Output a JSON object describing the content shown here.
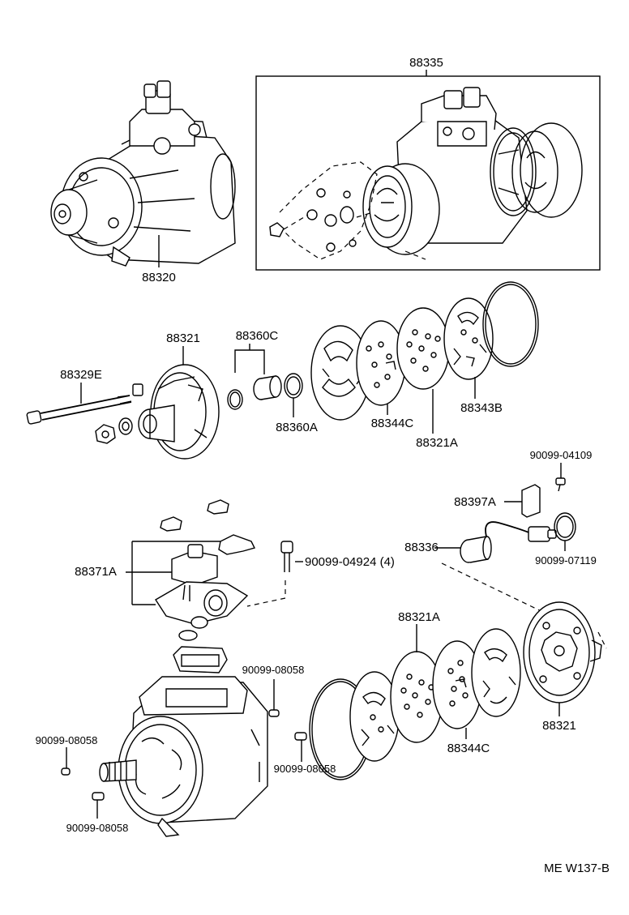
{
  "labels": {
    "p88335": "88335",
    "p88320": "88320",
    "p88321_top": "88321",
    "p88360C": "88360C",
    "p88329E": "88329E",
    "p88360A": "88360A",
    "p88344C_top": "88344C",
    "p88321A_top": "88321A",
    "p88343B": "88343B",
    "p90099_04109": "90099-04109",
    "p88397A": "88397A",
    "p88336": "88336",
    "p90099_07119": "90099-07119",
    "p88371A": "88371A",
    "p90099_04924": "90099-04924 (4)",
    "p88321A_bottom": "88321A",
    "p90099_08058_a": "90099-08058",
    "p90099_08058_b": "90099-08058",
    "p90099_08058_c": "90099-08058",
    "p90099_08058_d": "90099-08058",
    "p88344C_bottom": "88344C",
    "p88321_bottom": "88321",
    "figure_code": "ME W137-B"
  },
  "colors": {
    "ink": "#000000",
    "paper": "#ffffff"
  }
}
